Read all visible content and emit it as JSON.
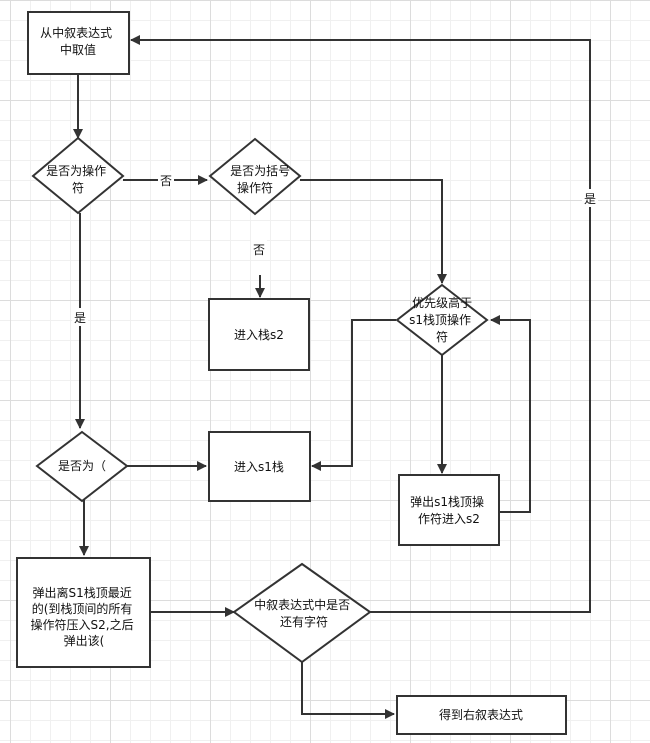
{
  "nodes": {
    "take_value": [
      "从中叙表达式",
      "中取值"
    ],
    "is_operator": [
      "是否为操作",
      "符"
    ],
    "is_bracket": [
      "是否为括号",
      "操作符"
    ],
    "push_s2": [
      "进入栈s2"
    ],
    "priority_check": [
      "优先级高于",
      "s1栈顶操作",
      "符"
    ],
    "is_left_paren": [
      "是否为（"
    ],
    "push_s1": [
      "进入s1栈"
    ],
    "pop_s1_to_s2": [
      "弹出s1栈顶操",
      "作符进入s2"
    ],
    "pop_until_paren": [
      "弹出离S1栈顶最近",
      "的(到栈顶间的所有",
      "操作符压入S2,之后",
      "弹出该("
    ],
    "has_more_chars": [
      "中叙表达式中是否",
      "还有字符"
    ],
    "result": [
      "得到右叙表达式"
    ]
  },
  "edge_labels": {
    "no_operator_to_bracket": "否",
    "no_bracket_to_s2": "否",
    "yes_operator_down": "是",
    "yes_more_chars": "是"
  }
}
